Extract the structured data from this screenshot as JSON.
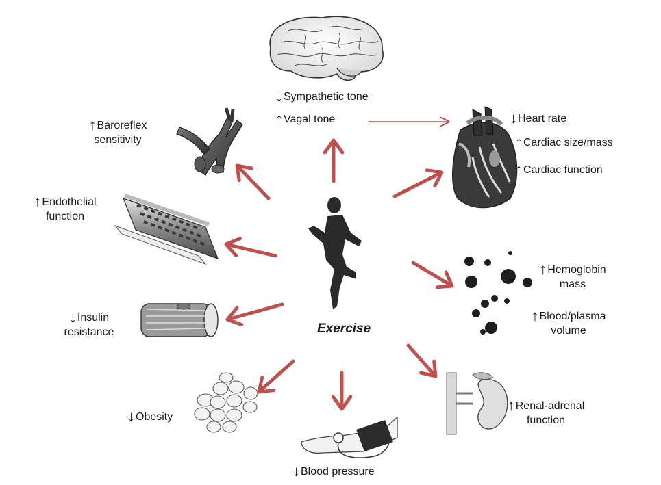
{
  "center_label": "Exercise",
  "arrow_color": "#c0504d",
  "up_arrow": "↑",
  "down_arrow": "↓",
  "effects": [
    {
      "key": "sympathetic",
      "direction": "down",
      "lines": [
        "Sympathetic tone"
      ],
      "icon": "brain-icon"
    },
    {
      "key": "vagal",
      "direction": "up",
      "lines": [
        "Vagal tone"
      ],
      "icon": "brain-icon"
    },
    {
      "key": "heart-rate",
      "direction": "down",
      "lines": [
        "Heart rate"
      ],
      "icon": "heart-icon"
    },
    {
      "key": "cardiac-size",
      "direction": "up",
      "lines": [
        "Cardiac size/mass"
      ],
      "icon": "heart-icon"
    },
    {
      "key": "cardiac-function",
      "direction": "up",
      "lines": [
        "Cardiac function"
      ],
      "icon": "heart-icon"
    },
    {
      "key": "hemoglobin",
      "direction": "up",
      "lines": [
        "Hemoglobin",
        "mass"
      ],
      "icon": "blood-cells-icon"
    },
    {
      "key": "blood-plasma",
      "direction": "up",
      "lines": [
        "Blood/plasma",
        "volume"
      ],
      "icon": "blood-cells-icon"
    },
    {
      "key": "renal-adrenal",
      "direction": "up",
      "lines": [
        "Renal-adrenal",
        "function"
      ],
      "icon": "kidney-icon"
    },
    {
      "key": "blood-pressure",
      "direction": "down",
      "lines": [
        "Blood pressure"
      ],
      "icon": "blood-pressure-cuff-icon"
    },
    {
      "key": "obesity",
      "direction": "down",
      "lines": [
        "Obesity"
      ],
      "icon": "fat-cells-icon"
    },
    {
      "key": "insulin",
      "direction": "down",
      "lines": [
        "Insulin",
        "resistance"
      ],
      "icon": "muscle-fiber-icon"
    },
    {
      "key": "endothelial",
      "direction": "up",
      "lines": [
        "Endothelial",
        "function"
      ],
      "icon": "blood-vessel-icon"
    },
    {
      "key": "baroreflex",
      "direction": "up",
      "lines": [
        "Baroreflex",
        "sensitivity"
      ],
      "icon": "aorta-icon"
    }
  ]
}
